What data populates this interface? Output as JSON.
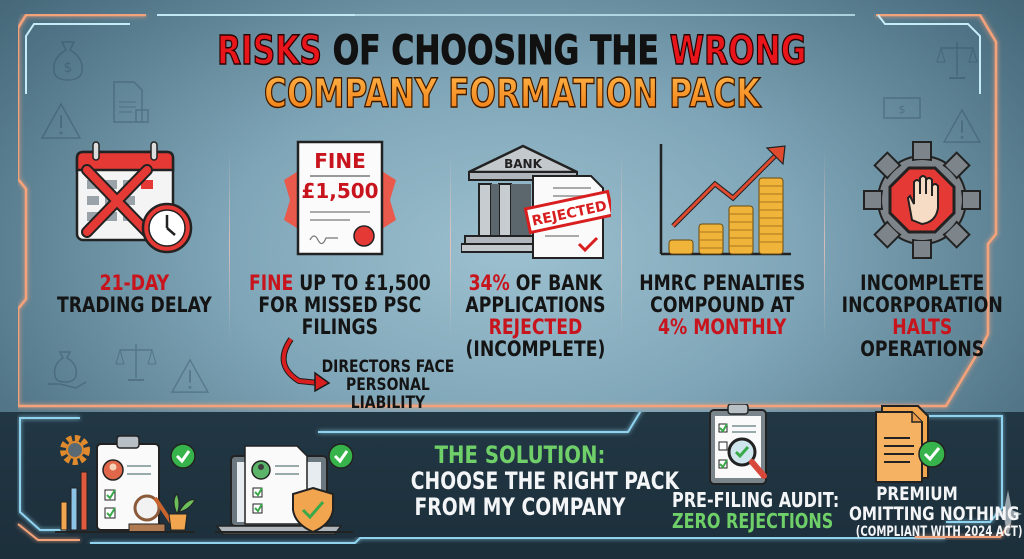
{
  "title": {
    "line1_parts": [
      "RISKS",
      " OF CHOOSING THE ",
      "WRONG"
    ],
    "line2": "COMPANY FORMATION PACK"
  },
  "risks": [
    {
      "icon": "calendar-x-clock-icon",
      "highlight": "21-DAY",
      "text": "TRADING DELAY"
    },
    {
      "icon": "fine-document-icon",
      "icon_labels": [
        "FINE",
        "£1,500"
      ],
      "highlight": "FINE",
      "text_line1_rest": " UP TO £1,500",
      "text_line2": "FOR MISSED PSC",
      "text_line3": "FILINGS",
      "sub_note": [
        "DIRECTORS FACE",
        "PERSONAL",
        "LIABILITY"
      ]
    },
    {
      "icon": "bank-rejected-icon",
      "icon_labels": [
        "BANK",
        "REJECTED"
      ],
      "highlight": "34%",
      "text_line1_rest": " OF BANK",
      "text_line2": "APPLICATIONS",
      "text_line3_red": "REJECTED",
      "text_line4": "(INCOMPLETE)"
    },
    {
      "icon": "rising-coins-chart-icon",
      "text_line1": "HMRC PENALTIES",
      "text_line2": "COMPOUND AT",
      "text_line3_red": "4% MONTHLY"
    },
    {
      "icon": "gear-stop-hand-icon",
      "text_line1": "INCOMPLETE",
      "text_line2": "INCORPORATION",
      "text_line3_red": "HALTS",
      "text_line4": "OPERATIONS"
    }
  ],
  "solution": {
    "heading": "THE SOLUTION:",
    "line1": "CHOOSE THE RIGHT PACK",
    "line2": "FROM MY COMPANY",
    "features": [
      {
        "icon": "clipboard-magnifier-icon",
        "line1": "PRE-FILING AUDIT:",
        "line2_green": "ZERO REJECTIONS"
      },
      {
        "icon": "document-check-icon",
        "line1": "PREMIUM",
        "line2": "OMITTING NOTHING",
        "line3": "(COMPLIANT WITH 2024 ACT)"
      }
    ]
  },
  "colors": {
    "red": "#c8141c",
    "title_red": "#e8161a",
    "orange": "#f7941d",
    "green": "#6fcf68",
    "frame_orange": "#f4a27a",
    "frame_cyan": "#a9dff2"
  }
}
